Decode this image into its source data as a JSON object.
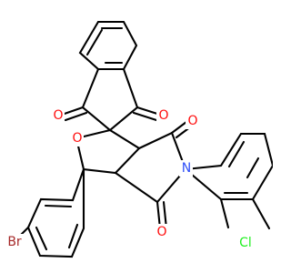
{
  "molecule": {
    "atom_labels": [
      {
        "id": "o_left_carbonyl",
        "text": "O",
        "color": "#ff0d0d"
      },
      {
        "id": "o_right_carbonyl",
        "text": "O",
        "color": "#ff0d0d"
      },
      {
        "id": "o_ring",
        "text": "O",
        "color": "#ff0d0d"
      },
      {
        "id": "o_imide_top",
        "text": "O",
        "color": "#ff0d0d"
      },
      {
        "id": "n_imide",
        "text": "N",
        "color": "#3050f8"
      },
      {
        "id": "o_imide_bottom",
        "text": "O",
        "color": "#ff0d0d"
      },
      {
        "id": "cl",
        "text": "Cl",
        "color": "#1ff01f"
      },
      {
        "id": "br",
        "text": "Br",
        "color": "#a62929"
      }
    ]
  }
}
